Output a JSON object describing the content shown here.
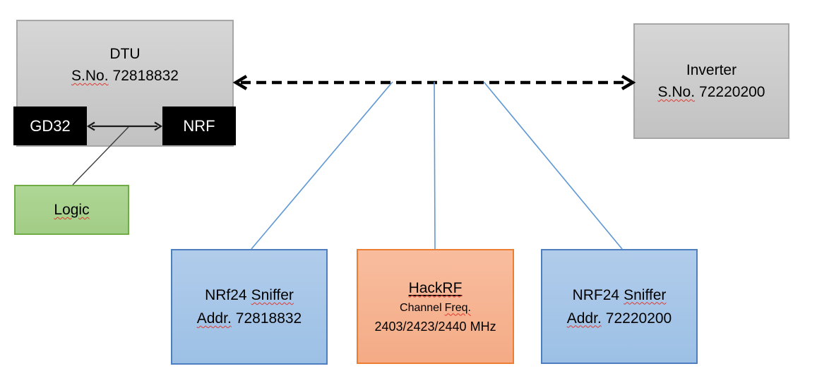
{
  "diagram": {
    "dtu": {
      "title": "DTU",
      "serial_label": "S.No.",
      "serial": "72818832"
    },
    "gd32_label": "GD32",
    "nrf_label": "NRF",
    "logic_label": "Logic",
    "inverter": {
      "title": "Inverter",
      "serial_label": "S.No.",
      "serial": "72220200"
    },
    "sniffer_left": {
      "name_prefix": "NRf24",
      "name_word": "Sniffer",
      "addr_label": "Addr.",
      "addr": "72818832"
    },
    "hackrf": {
      "title": "HackRF",
      "channel_prefix": "Channel",
      "channel_word": "Freq.",
      "frequencies": "2403/2423/2440 MHz"
    },
    "sniffer_right": {
      "name_prefix": "NRF24",
      "name_word": "Sniffer",
      "addr_label": "Addr.",
      "addr": "72220200"
    }
  },
  "colors": {
    "gray_fill": "#cccccc",
    "gray_border": "#a6a6a6",
    "blue_fill": "#a7c6e8",
    "blue_border": "#4d7ec0",
    "orange_fill": "#f5b491",
    "orange_border": "#ed7d31",
    "green_fill": "#a9d18e",
    "green_border": "#70ad47",
    "connector_blue": "#5e97d3",
    "arrow_black": "#000000",
    "spellcheck_red": "#e03a2f",
    "chip_black": "#000000"
  }
}
